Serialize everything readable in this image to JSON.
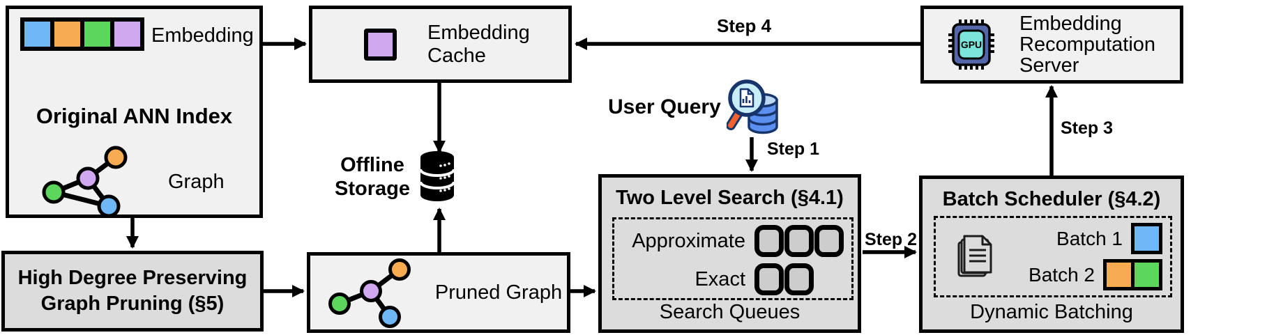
{
  "diagram": {
    "ann_index": {
      "title": "Original ANN Index",
      "embedding_label": "Embedding",
      "graph_label": "Graph"
    },
    "embedding_cache": {
      "label": "Embedding\nCache"
    },
    "offline_storage": {
      "label": "Offline\nStorage"
    },
    "graph_pruning": {
      "title": "High Degree Preserving\nGraph Pruning (§5)"
    },
    "pruned_graph": {
      "label": "Pruned Graph"
    },
    "user_query": {
      "label": "User Query"
    },
    "two_level_search": {
      "title": "Two Level Search (§4.1)",
      "rows": [
        {
          "label": "Approximate",
          "queue_count": 3
        },
        {
          "label": "Exact",
          "queue_count": 2
        }
      ],
      "caption": "Search Queues"
    },
    "batch_scheduler": {
      "title": "Batch Scheduler (§4.2)",
      "batches": [
        {
          "label": "Batch 1",
          "colors": [
            "blue"
          ]
        },
        {
          "label": "Batch 2",
          "colors": [
            "orange",
            "green"
          ]
        }
      ],
      "caption": "Dynamic Batching"
    },
    "server": {
      "label": "Embedding\nRecomputation\nServer",
      "chip_label": "GPU"
    },
    "steps": {
      "step1": "Step 1",
      "step2": "Step 2",
      "step3": "Step 3",
      "step4": "Step 4"
    }
  },
  "icons": {
    "user_query": "magnifier-over-database-icon",
    "offline_storage": "database-cylinder-icon",
    "server": "gpu-chip-icon",
    "batch_scheduler": "document-stack-icon",
    "ann_index": "graph-nodes-icon",
    "pruned_graph": "graph-nodes-icon"
  },
  "colors": {
    "blue": "#6FB7F7",
    "orange": "#F7AC52",
    "green": "#5CD65C",
    "purple": "#CFA8F0",
    "box_light": "#f1f1f1",
    "box_dark": "#dcdcdc",
    "queue_fill": "#cdcdcd",
    "chip_body": "#5566A8",
    "chip_core": "#7CE4DA",
    "magnifier_lens": "#C9EEF9",
    "magnifier_handle": "#F2622E",
    "query_db_body": "#5B8FF0",
    "query_db_top": "#BBD7F2",
    "outline_navy": "#17356B"
  }
}
